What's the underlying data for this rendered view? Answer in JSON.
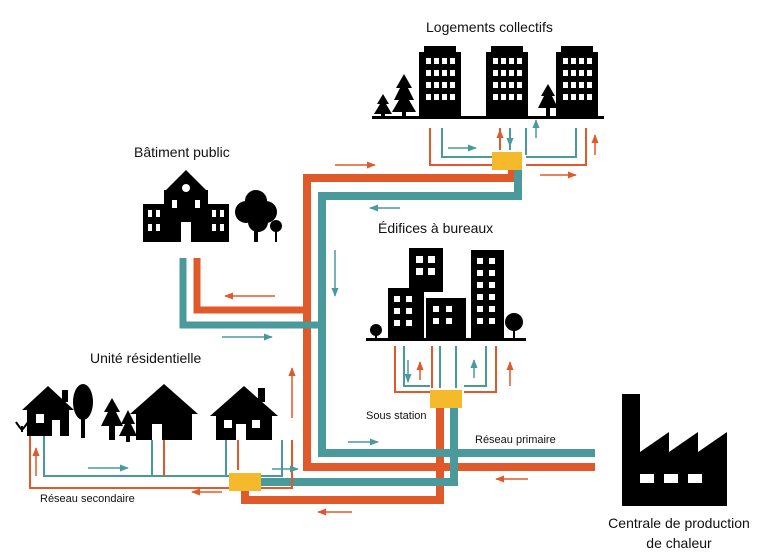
{
  "labels": {
    "logements": "Logements collectifs",
    "batiment_public": "Bâtiment public",
    "edifices": "Édifices à bureaux",
    "unite": "Unité résidentielle",
    "sous_station": "Sous station",
    "reseau_primaire": "Réseau primaire",
    "reseau_secondaire": "Réseau secondaire",
    "centrale_line1": "Centrale de production",
    "centrale_line2": "de chaleur"
  },
  "colors": {
    "supply": "#e0592a",
    "return": "#4a9a9c",
    "substation": "#f5b92c",
    "icon": "#000000"
  }
}
